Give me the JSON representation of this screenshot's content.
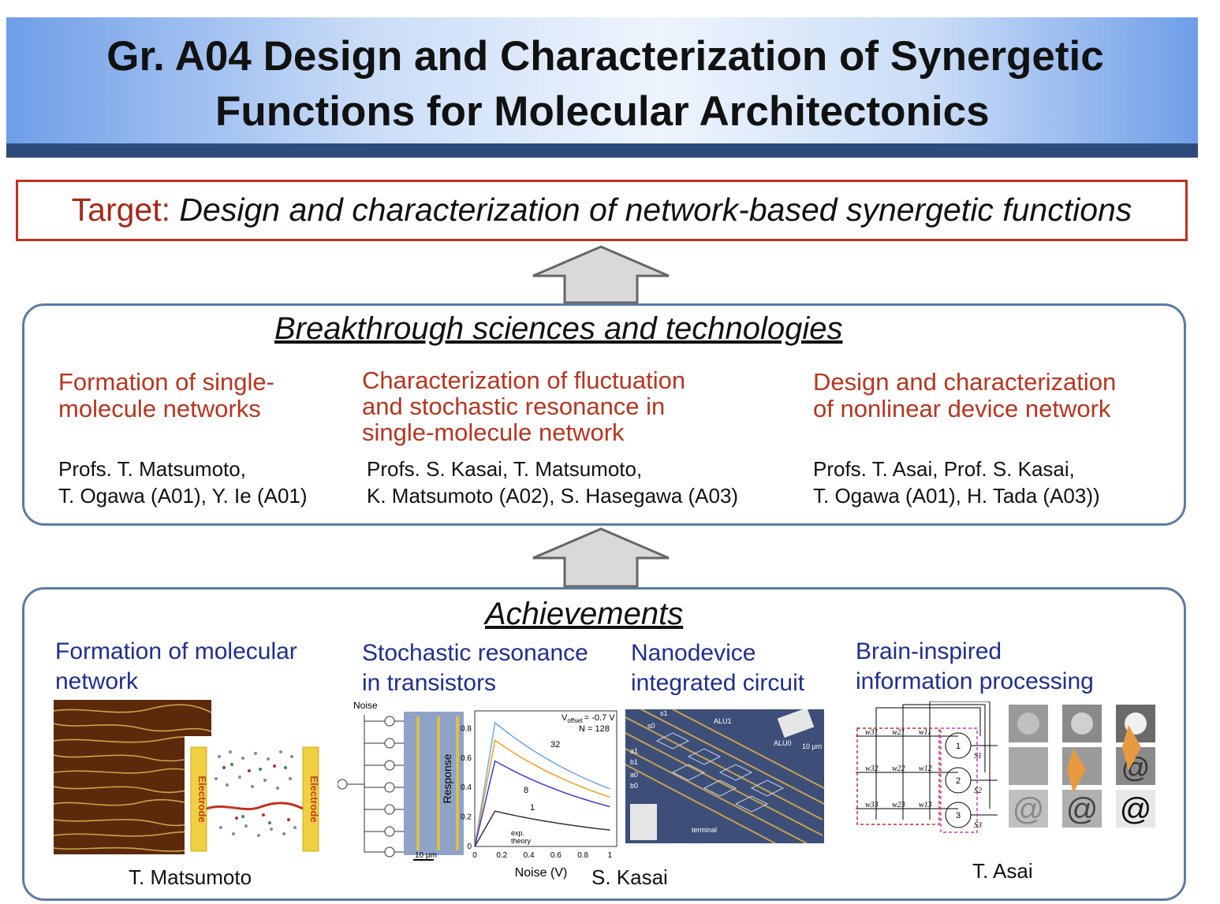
{
  "header": {
    "title_line1": "Gr. A04 Design and Characterization of Synergetic",
    "title_line2": "Functions for Molecular Architectonics"
  },
  "target": {
    "label": "Target:",
    "text": "Design and characterization of network-based synergetic functions"
  },
  "breakthrough": {
    "title": "Breakthrough sciences and technologies",
    "columns": [
      {
        "heading": [
          "Formation of single-",
          "molecule networks"
        ],
        "names": [
          "Profs. T. Matsumoto,",
          "T. Ogawa (A01), Y. Ie (A01)"
        ]
      },
      {
        "heading": [
          "Characterization of fluctuation",
          "and stochastic resonance in",
          "single-molecule network"
        ],
        "names": [
          "Profs. S. Kasai, T. Matsumoto,",
          "K. Matsumoto (A02), S. Hasegawa (A03)"
        ]
      },
      {
        "heading": [
          "Design and characterization",
          "of nonlinear device network"
        ],
        "names": [
          "Profs. T. Asai, Prof. S. Kasai,",
          "T. Ogawa (A01), H. Tada (A03))"
        ]
      }
    ]
  },
  "achievements": {
    "title": "Achievements",
    "items": [
      {
        "heading": [
          "Formation of molecular",
          "network"
        ],
        "caption": "T. Matsumoto"
      },
      {
        "heading": [
          "Stochastic resonance",
          "in transistors"
        ],
        "caption": "S. Kasai"
      },
      {
        "heading": [
          "Nanodevice",
          "integrated circuit"
        ],
        "caption": ""
      },
      {
        "heading": [
          "Brain-inspired",
          "information processing"
        ],
        "caption": "T. Asai"
      }
    ],
    "electrode_label": "Electrode",
    "noise_label": "Noise",
    "scale_label": "10 µm",
    "plot": {
      "ylabel": "Response",
      "xlabel": "Noise (V)",
      "annotation_offset": "V",
      "annotation_offset_sub": "offset",
      "annotation_offset_value": "= -0.7 V",
      "annotation_n": "N = 128",
      "legend_exp": "exp.",
      "legend_theory": "theory",
      "curve_labels": [
        "32",
        "8",
        "1"
      ],
      "xticks": [
        "0",
        "0.2",
        "0.4",
        "0.6",
        "0.8",
        "1"
      ],
      "yticks": [
        "0",
        "0.2",
        "0.4",
        "0.6",
        "0.8"
      ]
    },
    "circuit_labels": [
      "ALU1",
      "ALU0",
      "terminal",
      "s1",
      "s0",
      "a1",
      "b1",
      "a0",
      "b0",
      "10 µm"
    ],
    "network": {
      "weights": [
        "w31",
        "w21",
        "w11",
        "w32",
        "w22",
        "w12",
        "w33",
        "w23",
        "w13"
      ],
      "neurons": [
        "1",
        "2",
        "3"
      ],
      "outputs": [
        "S1",
        "S2",
        "S3"
      ]
    }
  }
}
